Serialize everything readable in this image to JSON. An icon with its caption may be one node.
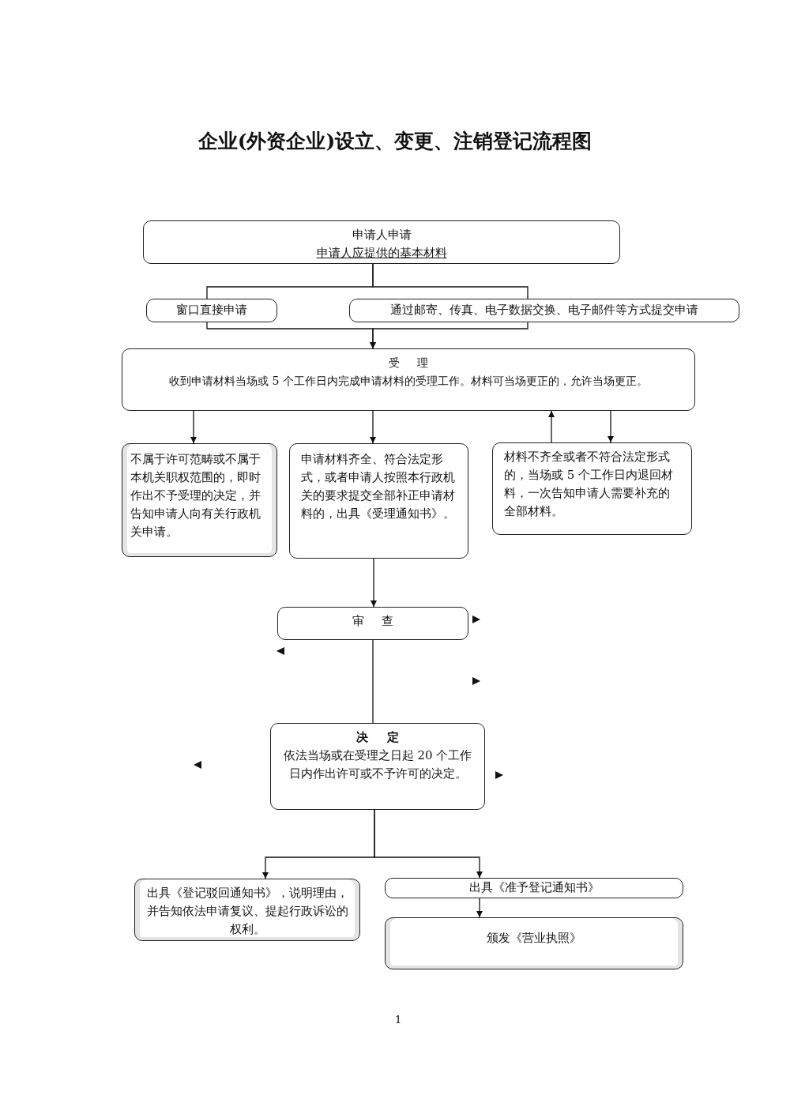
{
  "diagram": {
    "title": "企业(外资企业)设立、变更、注销登记流程图",
    "nodes": [
      {
        "text": [
          "申请人申请",
          "申请人应提供的基本材料"
        ]
      },
      {
        "text": [
          "窗口直接申请"
        ]
      },
      {
        "text": [
          "通过邮寄、传真、电子数据交换、电子邮件等方式提交申请"
        ]
      },
      {
        "text": [
          "受 理",
          "收到申请材料当场或 5 个工作日内完成申请材料的受理工作。材料可当场更正的，允许当场更正。"
        ]
      },
      {
        "text": [
          "不属于许可范畴或不属于本机关职权范围的，即时作出不予受理的决定，并告知申请人向有关行政机关申请。"
        ]
      },
      {
        "text": [
          "申请材料齐全、符合法定形式，或者申请人按照本行政机关的要求提交全部补正申请材料的，出具《受理通知书》。"
        ]
      },
      {
        "text": [
          "材料不齐全或者不符合法定形式的，当场或 5 个工作日内退回材料，一次告知申请人需要补充的全部材料。"
        ]
      },
      {
        "text": [
          "审 查"
        ]
      },
      {
        "text": [
          "决 定",
          "依法当场或在受理之日起 20 个工作日内作出许可或不予许可的决定。"
        ]
      },
      {
        "text": [
          "出具《登记驳回通知书》，说明理由，并告知依法申请复议、提起行政诉讼的权利。"
        ]
      },
      {
        "text": [
          "出具《准予登记通知书》"
        ]
      },
      {
        "text": [
          "颁发《营业执照》"
        ]
      }
    ],
    "edges": [
      {
        "from": 0,
        "to": 1,
        "arrow": "none"
      },
      {
        "from": 0,
        "to": 2,
        "arrow": "none"
      },
      {
        "from": 1,
        "to": 3,
        "arrow": "to"
      },
      {
        "from": 2,
        "to": 3,
        "arrow": "to"
      },
      {
        "from": 3,
        "to": 4,
        "arrow": "to"
      },
      {
        "from": 3,
        "to": 5,
        "arrow": "to"
      },
      {
        "from": 6,
        "to": 3,
        "arrow": "to"
      },
      {
        "from": 3,
        "to": 6,
        "arrow": "to"
      },
      {
        "from": 5,
        "to": 7,
        "arrow": "to"
      },
      {
        "from": 7,
        "to": 8,
        "arrow": "none"
      },
      {
        "from": 8,
        "to": 9,
        "arrow": "to"
      },
      {
        "from": 8,
        "to": 10,
        "arrow": "to"
      },
      {
        "from": 10,
        "to": 11,
        "arrow": "to"
      }
    ],
    "labels": [
      "1"
    ]
  }
}
